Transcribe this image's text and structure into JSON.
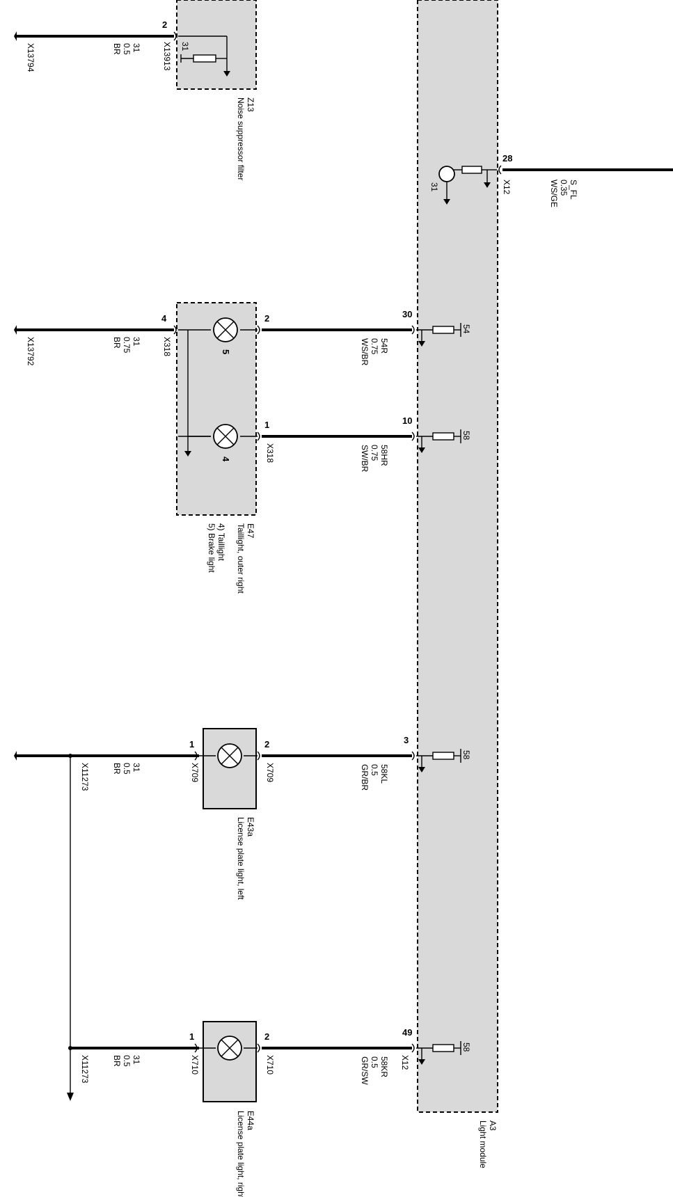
{
  "module": {
    "id": "A3",
    "name": "Light module",
    "connector": "X12",
    "outputs": [
      {
        "pin": "28",
        "circuit": "S_FL",
        "gauge": "0.35",
        "color": "WS/GE",
        "ground": "31"
      },
      {
        "pin": "30",
        "circuit": "54R",
        "gauge": "0.75",
        "color": "WS/BR",
        "supply": "54"
      },
      {
        "pin": "10",
        "circuit": "58HR",
        "gauge": "0.75",
        "color": "SW/BR",
        "supply": "58"
      },
      {
        "pin": "3",
        "circuit": "58KL",
        "gauge": "0.5",
        "color": "GR/BR",
        "supply": "58"
      },
      {
        "pin": "49",
        "circuit": "58KR",
        "gauge": "0.5",
        "color": "GR/SW",
        "supply": "58"
      }
    ]
  },
  "components": {
    "noise_filter": {
      "id": "Z13",
      "name": "Noise suppressor filter",
      "pin": "2",
      "connector": "X13913",
      "internal": "31"
    },
    "taillight": {
      "id": "E47",
      "name": "Taillight, outer right",
      "legend_4": "4) Taillight",
      "legend_5": "5) Brake light",
      "connector": "X318",
      "pin_a": "2",
      "pin_b": "1",
      "pin_gnd": "4",
      "lamp_a": "5",
      "lamp_b": "4"
    },
    "plate_left": {
      "id": "E43a",
      "name": "License plate light, left",
      "connector": "X709",
      "pin_in": "2",
      "pin_out": "1"
    },
    "plate_right": {
      "id": "E44a",
      "name": "License plate light, right",
      "connector": "X710",
      "pin_in": "2",
      "pin_out": "1"
    }
  },
  "grounds": [
    {
      "connector": "X13794",
      "circuit": "31",
      "gauge": "0.5",
      "color": "BR"
    },
    {
      "connector": "X13792",
      "circuit": "31",
      "gauge": "0.75",
      "color": "BR"
    },
    {
      "connector": "X11273",
      "circuit": "31",
      "gauge": "0.5",
      "color": "BR"
    },
    {
      "connector": "X11273",
      "circuit": "31",
      "gauge": "0.5",
      "color": "BR"
    }
  ],
  "colors": {
    "wire": "#000000",
    "module_fill": "#d9d9d9"
  }
}
